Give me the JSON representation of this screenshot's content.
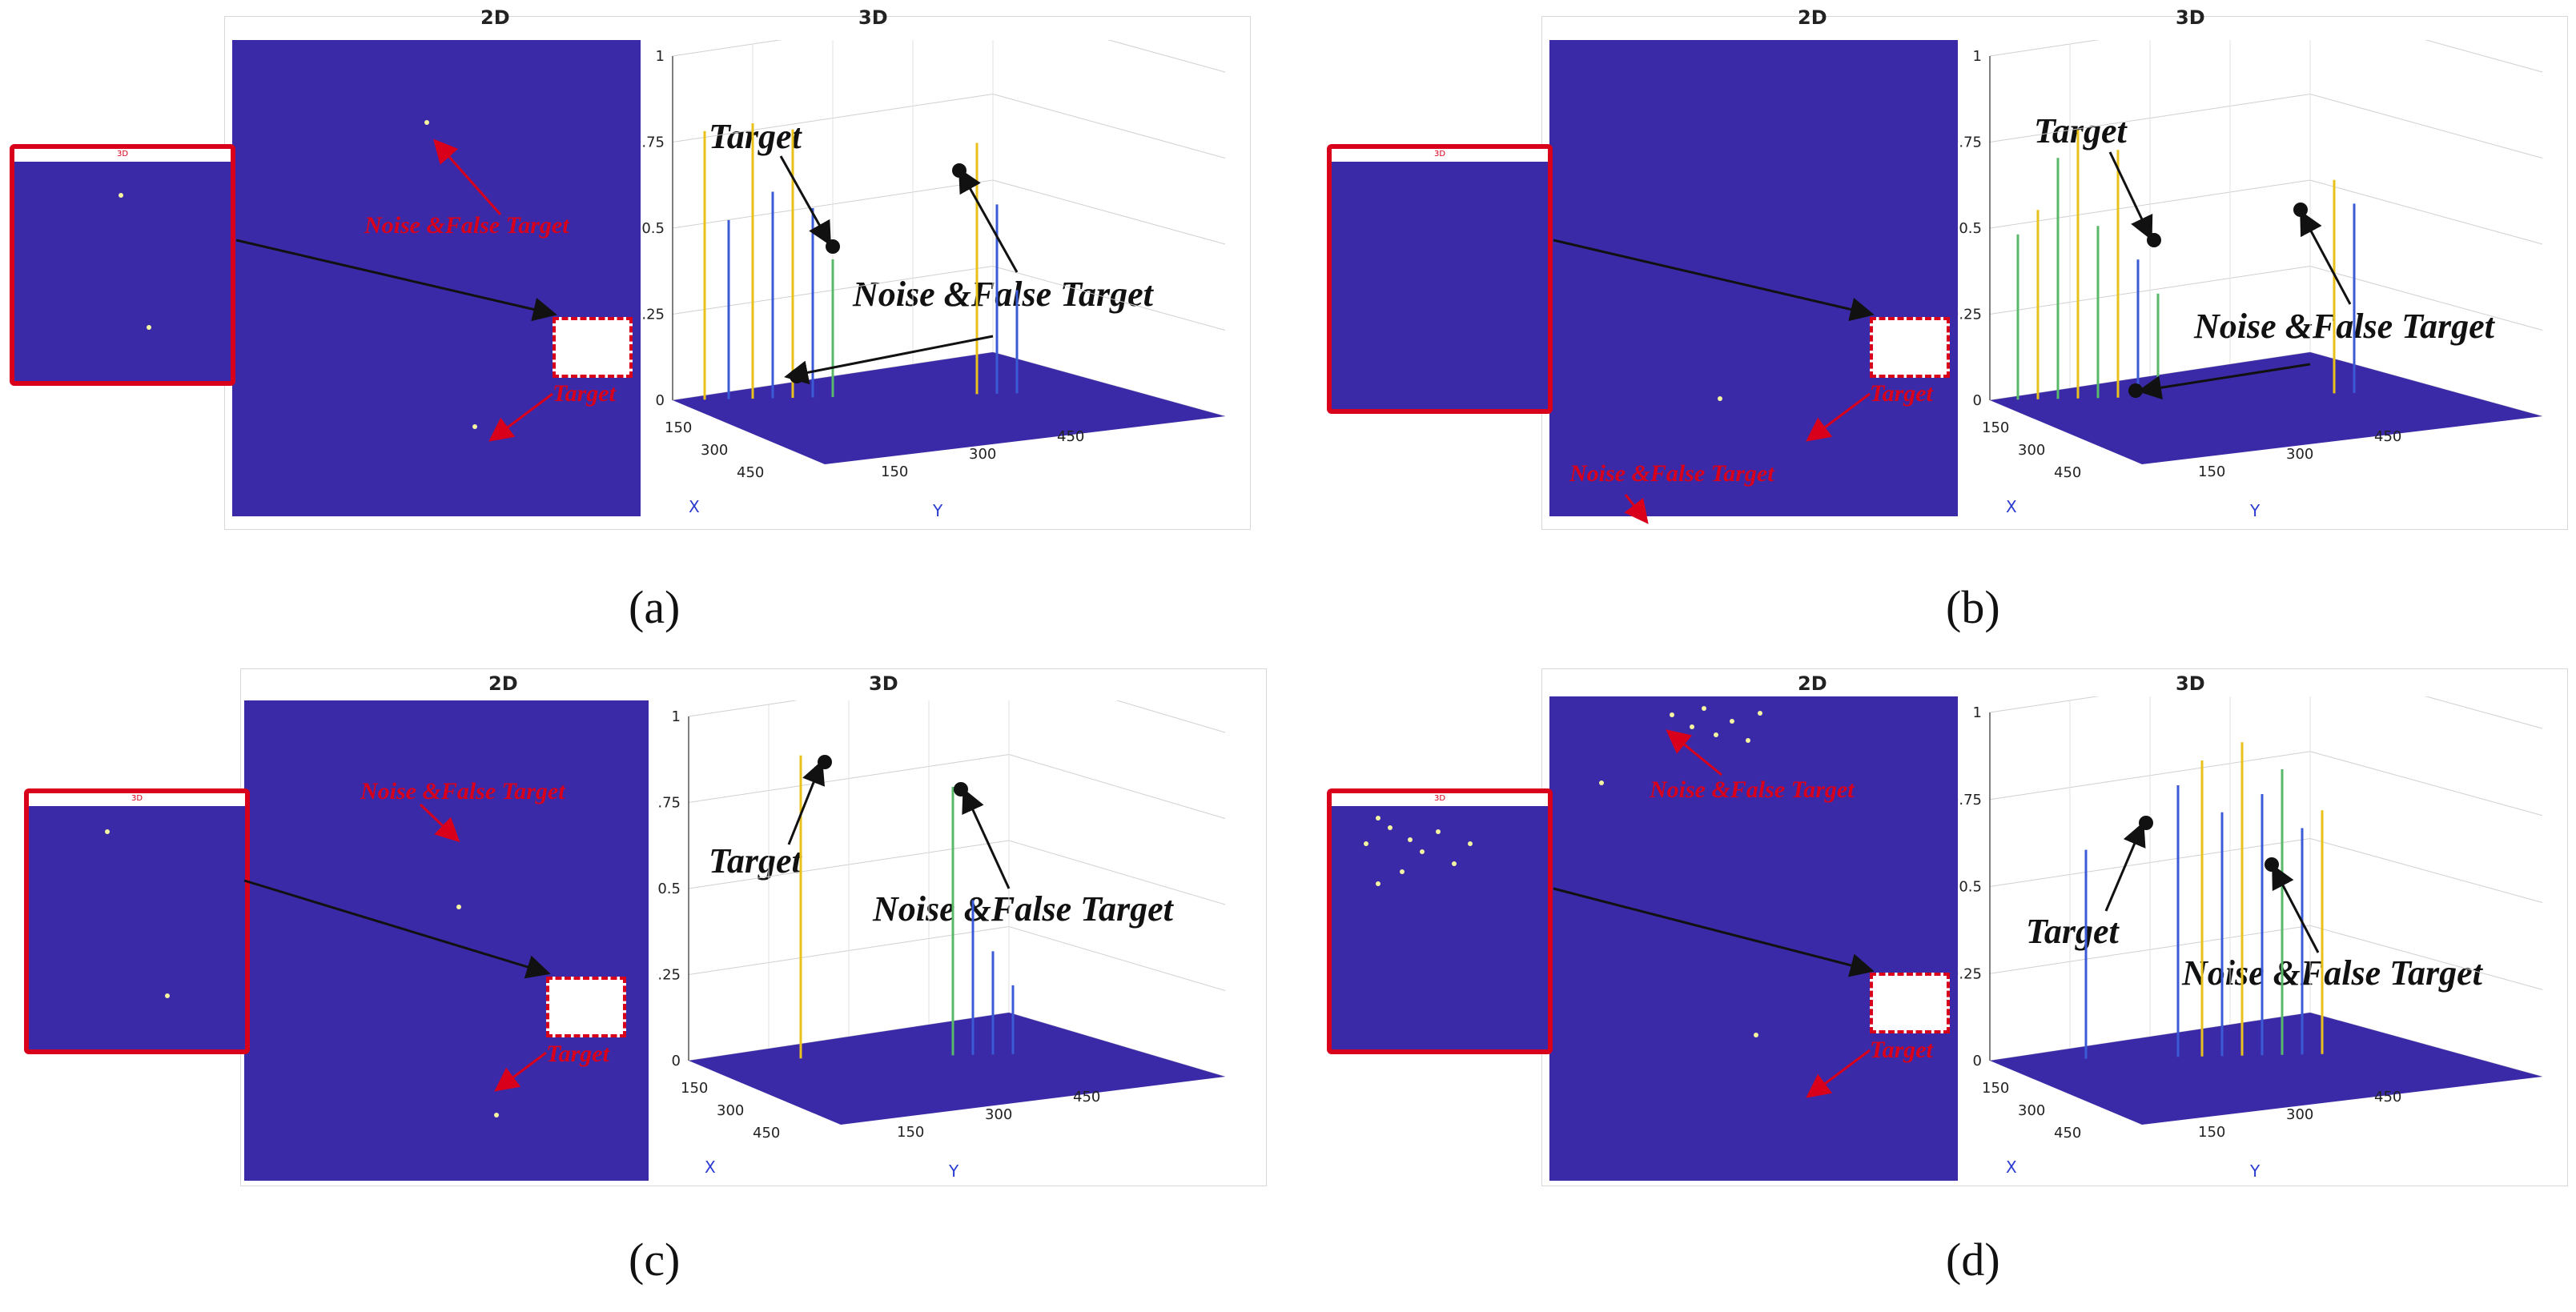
{
  "labels": {
    "title_2d": "2D",
    "title_3d": "3D",
    "inset_title": "3D",
    "target": "Target",
    "noise_false_target": "Noise &False Target",
    "noise_false_target_red": "Noise &False Target",
    "axis_x": "X",
    "axis_y": "Y",
    "z_ticks": [
      "0",
      "0.25",
      "0.5",
      "0.75",
      "1"
    ],
    "x_ticks": [
      "150",
      "300",
      "450"
    ],
    "y_ticks": [
      "150",
      "300",
      "450"
    ]
  },
  "panels": [
    {
      "caption": "(a)"
    },
    {
      "caption": "(b)"
    },
    {
      "caption": "(c)"
    },
    {
      "caption": "(d)"
    }
  ],
  "colors": {
    "image_background": "#3b2aa8",
    "annotation_red": "#d9001b",
    "annotation_black": "#111111",
    "spike_yellow": "#e8c21a",
    "spike_green": "#59b86a",
    "spike_blue": "#3b5bd6"
  }
}
